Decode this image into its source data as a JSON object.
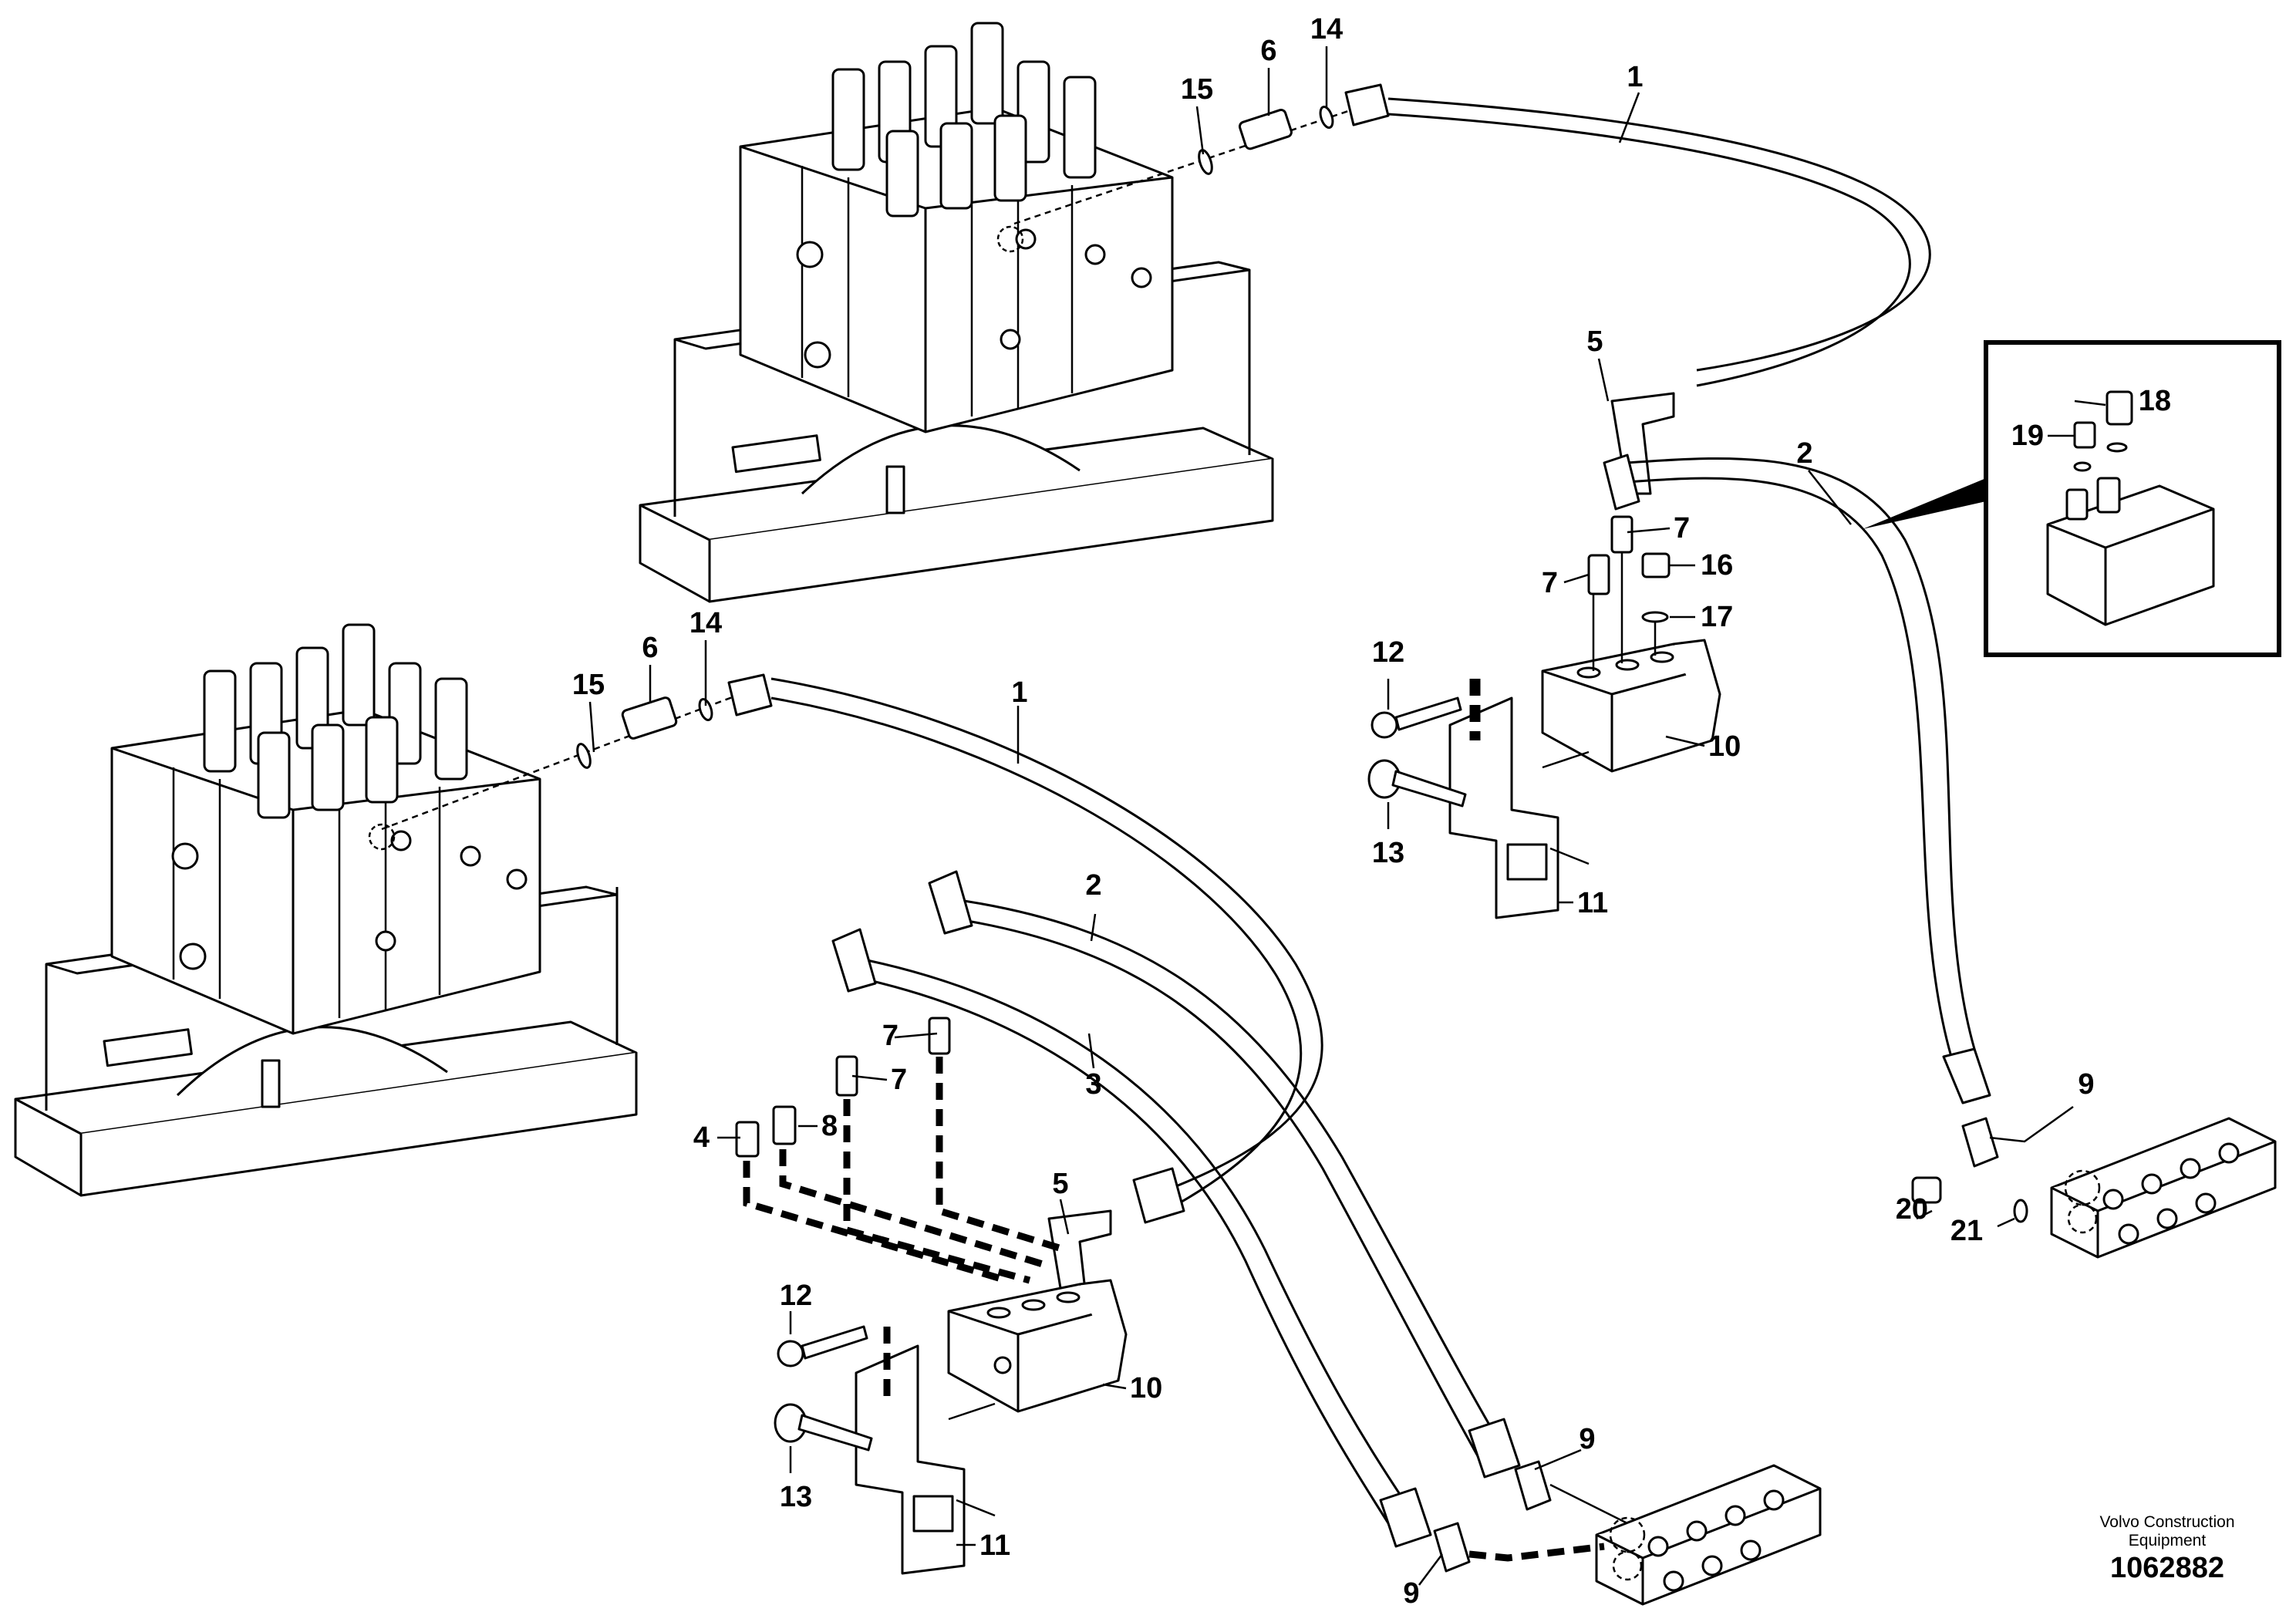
{
  "callouts": {
    "c1a": "1",
    "c1b": "1",
    "c2a": "2",
    "c2b": "2",
    "c3": "3",
    "c4": "4",
    "c5a": "5",
    "c5b": "5",
    "c6a": "6",
    "c6b": "6",
    "c7a": "7",
    "c7b": "7",
    "c7c": "7",
    "c7d": "7",
    "c8": "8",
    "c9a": "9",
    "c9b": "9",
    "c9c": "9",
    "c10a": "10",
    "c10b": "10",
    "c11a": "11",
    "c11b": "11",
    "c12a": "12",
    "c12b": "12",
    "c13a": "13",
    "c13b": "13",
    "c14a": "14",
    "c14b": "14",
    "c15a": "15",
    "c15b": "15",
    "c16": "16",
    "c17": "17",
    "c18": "18",
    "c19": "19",
    "c20": "20",
    "c21": "21"
  },
  "footer": {
    "brand_line1": "Volvo Construction",
    "brand_line2": "Equipment",
    "drawing_number": "1062882"
  }
}
